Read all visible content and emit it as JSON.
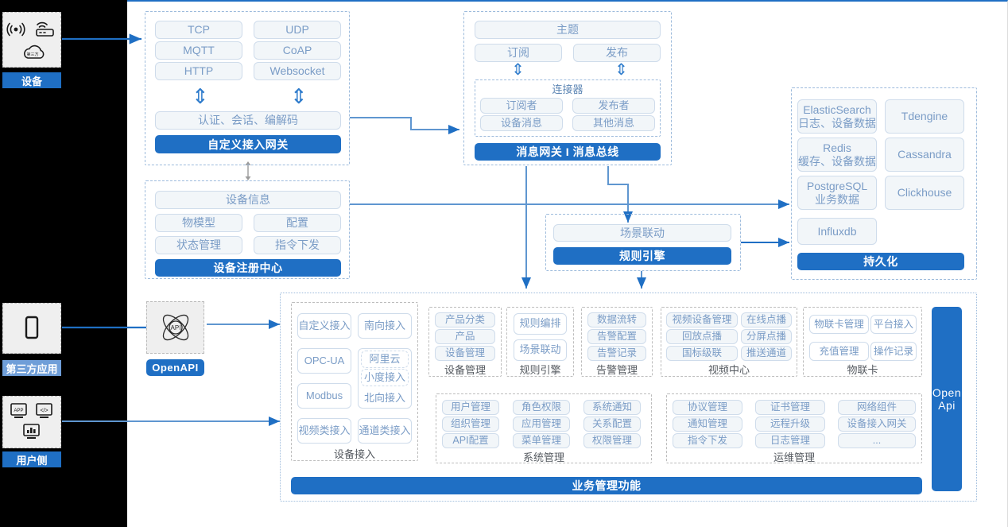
{
  "left_panel": {
    "blocks": [
      {
        "label": "设备",
        "icons": [
          "signal-icon",
          "router-icon",
          "cloud-icon"
        ],
        "style": "solid"
      },
      {
        "label": "第三方应用",
        "icons": [
          "mobile-icon"
        ],
        "style": "light"
      },
      {
        "label": "用户侧",
        "icons": [
          "app-window-icon",
          "code-window-icon",
          "chart-window-icon"
        ],
        "style": "solid"
      }
    ]
  },
  "gateway": {
    "protocols": [
      "TCP",
      "UDP",
      "MQTT",
      "CoAP",
      "HTTP",
      "Websocket"
    ],
    "middle": "认证、会话、编解码",
    "title": "自定义接入网关"
  },
  "message_bus": {
    "topic": "主题",
    "sub": "订阅",
    "pub": "发布",
    "connector_title": "连接器",
    "connector_items": [
      "订阅者",
      "发布者",
      "设备消息",
      "其他消息"
    ],
    "title": "消息网关 I 消息总线"
  },
  "registry": {
    "top": "设备信息",
    "items": [
      "物模型",
      "配置",
      "状态管理",
      "指令下发"
    ],
    "title": "设备注册中心"
  },
  "rule_engine": {
    "top": "场景联动",
    "title": "规则引擎"
  },
  "persistence": {
    "items": [
      {
        "name": "ElasticSearch",
        "desc": "日志、设备数据"
      },
      {
        "name": "Tdengine",
        "desc": ""
      },
      {
        "name": "Redis",
        "desc": "缓存、设备数据"
      },
      {
        "name": "Cassandra",
        "desc": ""
      },
      {
        "name": "PostgreSQL",
        "desc": "业务数据"
      },
      {
        "name": "Clickhouse",
        "desc": ""
      },
      {
        "name": "Influxdb",
        "desc": ""
      }
    ],
    "title": "持久化"
  },
  "openapi": {
    "icon": "api-atom-icon",
    "label": "OpenAPI",
    "side_label_line1": "Open",
    "side_label_line2": "Api"
  },
  "business": {
    "banner": "业务管理功能",
    "columns": [
      {
        "label": "设备接入",
        "items": [
          "自定义接入",
          "南向接入",
          "OPC-UA",
          "阿里云",
          "小度接入",
          "北向接入",
          "Modbus",
          "视频类接入",
          "通道类接入"
        ]
      },
      {
        "label": "设备管理",
        "items": [
          "产品分类",
          "产品",
          "设备管理"
        ]
      },
      {
        "label": "规则引擎",
        "items": [
          "规则编排",
          "场景联动"
        ]
      },
      {
        "label": "告警管理",
        "items": [
          "数据流转",
          "告警配置",
          "告警记录"
        ]
      },
      {
        "label": "视频中心",
        "items": [
          "视频设备管理",
          "在线点播",
          "回放点播",
          "分屏点播",
          "国标级联",
          "推送通道"
        ]
      },
      {
        "label": "物联卡",
        "items": [
          "物联卡管理",
          "平台接入",
          "充值管理",
          "操作记录"
        ]
      },
      {
        "label": "系统管理",
        "items": [
          "用户管理",
          "角色权限",
          "系统通知",
          "组织管理",
          "应用管理",
          "关系配置",
          "API配置",
          "菜单管理",
          "权限管理"
        ]
      },
      {
        "label": "运维管理",
        "items": [
          "协议管理",
          "证书管理",
          "网络组件",
          "通知管理",
          "远程升级",
          "设备接入网关",
          "指令下发",
          "日志管理",
          "..."
        ]
      }
    ]
  },
  "colors": {
    "accent": "#1f6fc4",
    "chip_text": "#7a9cc6",
    "chip_bg": "#f2f6f9",
    "dashed": "#9dbbdc",
    "line": "#2f7ccc"
  }
}
